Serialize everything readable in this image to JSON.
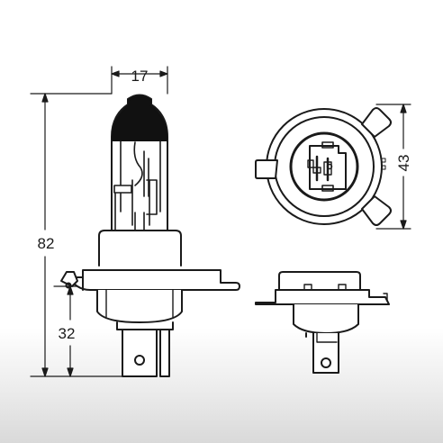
{
  "dimensions": {
    "bulb_width": "17",
    "overall_height": "82",
    "flange_to_pin_height": "32",
    "flange_span": "43"
  },
  "colors": {
    "line": "#1a1a1a",
    "fill": "#ffffff",
    "dark_cap": "#111111"
  }
}
